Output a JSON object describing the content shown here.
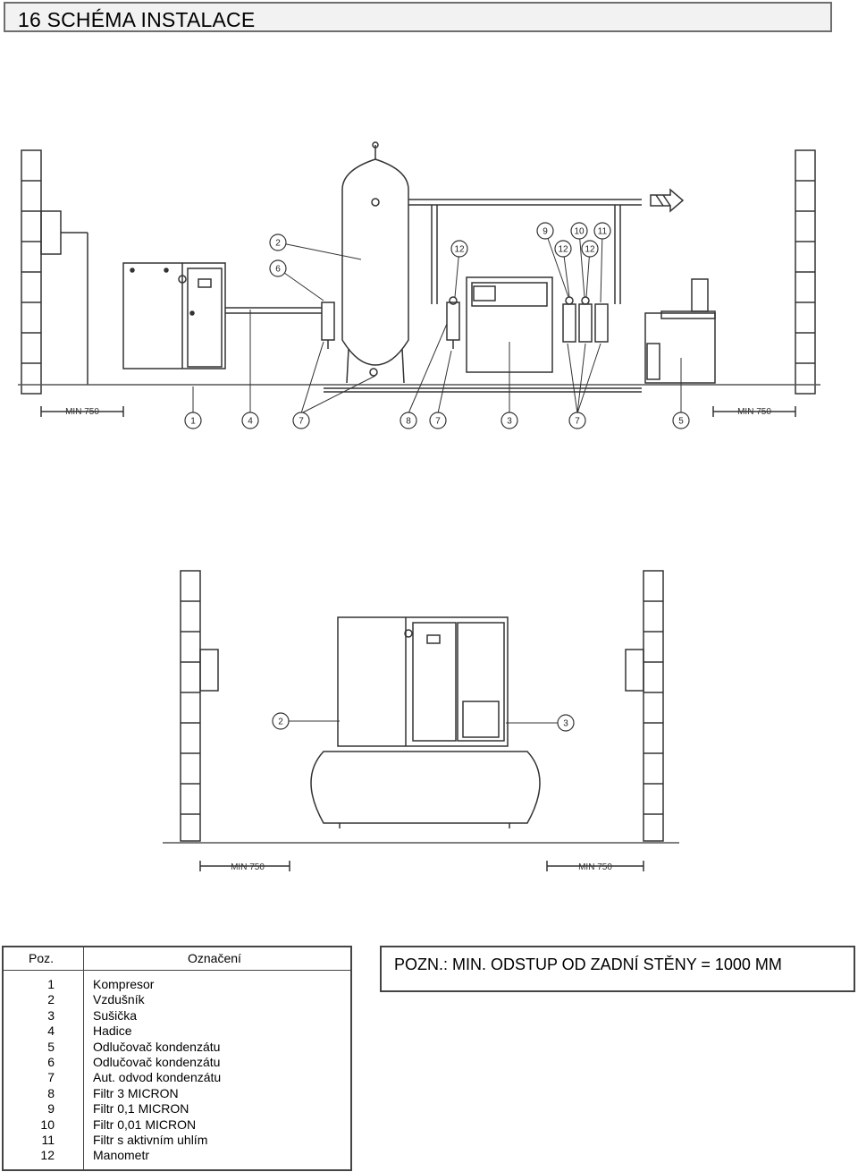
{
  "section_title": "16  SCHÉMA INSTALACE",
  "top_diagram": {
    "callouts": [
      "1",
      "2",
      "3",
      "4",
      "5",
      "6",
      "7",
      "7",
      "7",
      "8",
      "9",
      "10",
      "11",
      "12",
      "12",
      "12"
    ],
    "dimension_labels": [
      "MIN 750",
      "MIN 750"
    ]
  },
  "bottom_diagram": {
    "callouts": [
      "2",
      "3"
    ],
    "dimension_labels": [
      "MIN 750",
      "MIN 750"
    ]
  },
  "legend": {
    "col_pos": "Poz.",
    "col_name": "Označení",
    "rows": [
      {
        "pos": "1",
        "name": "Kompresor"
      },
      {
        "pos": "2",
        "name": "Vzdušník"
      },
      {
        "pos": "3",
        "name": "Sušička"
      },
      {
        "pos": "4",
        "name": "Hadice"
      },
      {
        "pos": "5",
        "name": "Odlučovač kondenzátu"
      },
      {
        "pos": "6",
        "name": "Odlučovač kondenzátu"
      },
      {
        "pos": "7",
        "name": "Aut. odvod kondenzátu"
      },
      {
        "pos": "8",
        "name": "Filtr 3 MICRON"
      },
      {
        "pos": "9",
        "name": "Filtr 0,1 MICRON"
      },
      {
        "pos": "10",
        "name": "Filtr 0,01 MICRON"
      },
      {
        "pos": "11",
        "name": "Filtr s aktivním uhlím"
      },
      {
        "pos": "12",
        "name": "Manometr"
      }
    ]
  },
  "note": "POZN.: MIN. ODSTUP OD ZADNÍ STĚNY = 1000 MM"
}
